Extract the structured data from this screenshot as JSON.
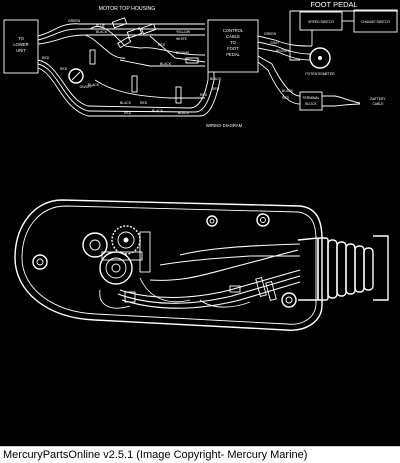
{
  "caption": "MercuryPartsOnline v2.5.1 (Image Copyright- Mercury Marine)",
  "wiring": {
    "title_motor_top": "MOTOR TOP HOUSING",
    "title_foot_pedal": "FOOT PEDAL",
    "title_diagram": "WIRING DIAGRAM",
    "box_lower_unit": [
      "TO",
      "LOWER",
      "UNIT"
    ],
    "box_control_cable": [
      "CONTROL",
      "CABLE",
      "TO",
      "FOOT",
      "PEDAL"
    ],
    "box_speed_switch": "SPEED SWITCH",
    "box_change_switch": "CHANGE SWITCH",
    "potentiometer": "POTENTIOMETER",
    "terminal_block": [
      "TERMINAL",
      "BLOCK"
    ],
    "battery_cable": [
      "BATTERY",
      "CABLE"
    ],
    "switch_label": "ON/OFF",
    "wire_labels": [
      "GREEN",
      "BLUE",
      "BLACK",
      "RED",
      "RED",
      "BLACK",
      "BLACK",
      "RED",
      "YELLOW",
      "WHITE",
      "BROWN",
      "BLACK",
      "RED",
      "BLACK",
      "BLACK",
      "RED",
      "BLACK",
      "RED",
      "GREEN",
      "GRAY",
      "BROWN",
      "BLACK",
      "RED",
      "RED"
    ]
  }
}
